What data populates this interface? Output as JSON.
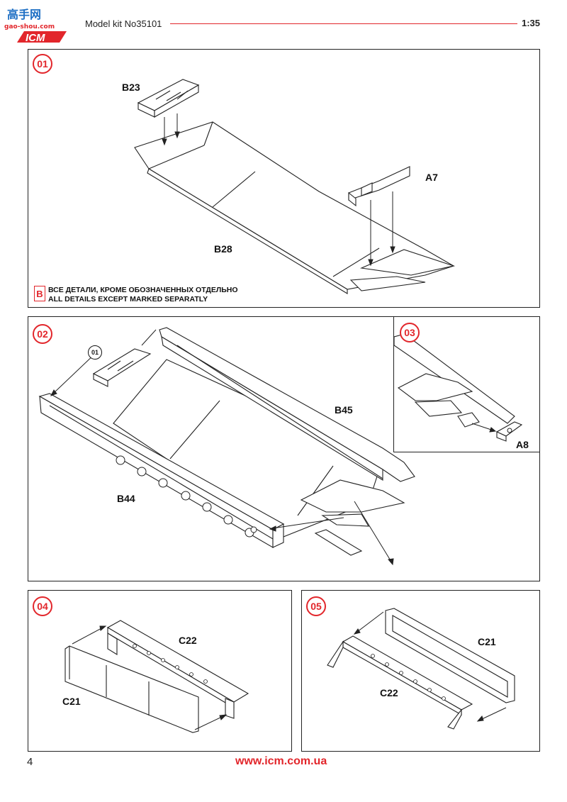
{
  "header": {
    "brand_name": "ICM",
    "watermark_top": "高手网",
    "watermark_bottom": "gao-shou.com",
    "model_kit": "Model kit No35101",
    "scale": "1:35"
  },
  "colors": {
    "brand_red": "#e2262b",
    "line": "#222222",
    "part_fill": "#ffffff"
  },
  "steps": [
    {
      "number": "01",
      "parts": [
        "B23",
        "A7",
        "B28"
      ],
      "note_icon": "B",
      "note_ru": "ВСЕ ДЕТАЛИ, КРОМЕ ОБОЗНАЧЕННЫХ ОТДЕЛЬНО",
      "note_en": "ALL DETAILS EXCEPT MARKED SEPARATLY"
    },
    {
      "number": "02",
      "ref_step": "01",
      "parts": [
        "B45",
        "B44"
      ]
    },
    {
      "number": "03",
      "parts": [
        "A8"
      ]
    },
    {
      "number": "04",
      "parts": [
        "C22",
        "C21"
      ]
    },
    {
      "number": "05",
      "parts": [
        "C21",
        "C22"
      ]
    }
  ],
  "footer": {
    "page_number": "4",
    "url": "www.icm.com.ua"
  }
}
